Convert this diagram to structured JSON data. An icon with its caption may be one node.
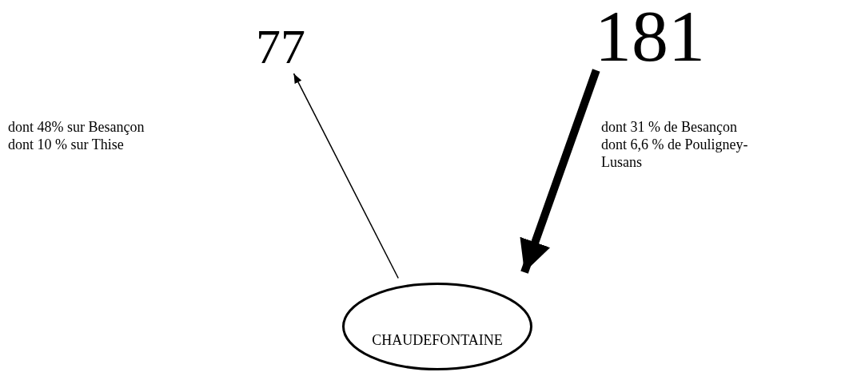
{
  "diagram": {
    "nodes": [
      {
        "text": [
          "77"
        ]
      },
      {
        "text": [
          "181"
        ]
      },
      {
        "text": [
          "CHAUDEFONTAINE"
        ]
      }
    ],
    "edges": [
      {
        "from": 2,
        "to": 0,
        "arrow": "to"
      },
      {
        "from": 1,
        "to": 2,
        "arrow": "to",
        "style": "thick"
      }
    ],
    "labels": [
      "dont 48% sur Besançon",
      "dont 10 % sur Thise",
      "dont 31 % de Besançon",
      "dont 6,6 % de Pouligney-Lusans"
    ]
  }
}
